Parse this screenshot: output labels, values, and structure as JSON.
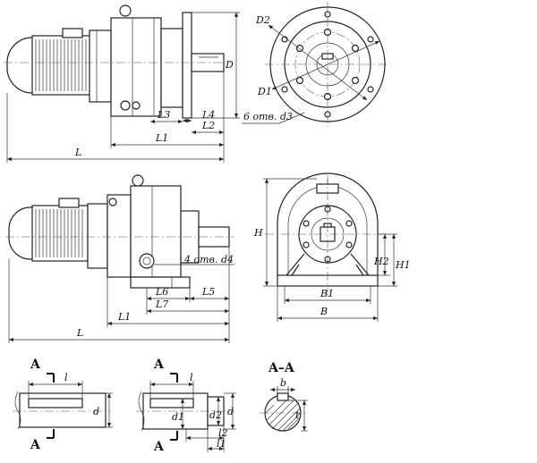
{
  "top_view": {
    "dims": {
      "d2": "D2",
      "d1": "D1",
      "d": "D",
      "l3": "L3",
      "l4": "L4",
      "l2": "L2",
      "l1": "L1",
      "l": "L"
    },
    "holes_note": "6 отв. d3"
  },
  "middle_view": {
    "dims": {
      "h": "H",
      "h2": "H2",
      "h1": "H1",
      "b1": "B1",
      "b": "B",
      "l6": "L6",
      "l7": "L7",
      "l5": "L5",
      "l1": "L1",
      "l": "L"
    },
    "holes_note": "4 отв. d4"
  },
  "bottom": {
    "section_mark": "A",
    "section_title": "A–A",
    "shaft1": {
      "l": "l",
      "d": "d"
    },
    "shaft2": {
      "l": "l",
      "d1": "d1",
      "d2": "d2",
      "d": "d",
      "l2": "l2",
      "l1": "l1"
    },
    "key": {
      "b": "b",
      "t": "t"
    }
  }
}
